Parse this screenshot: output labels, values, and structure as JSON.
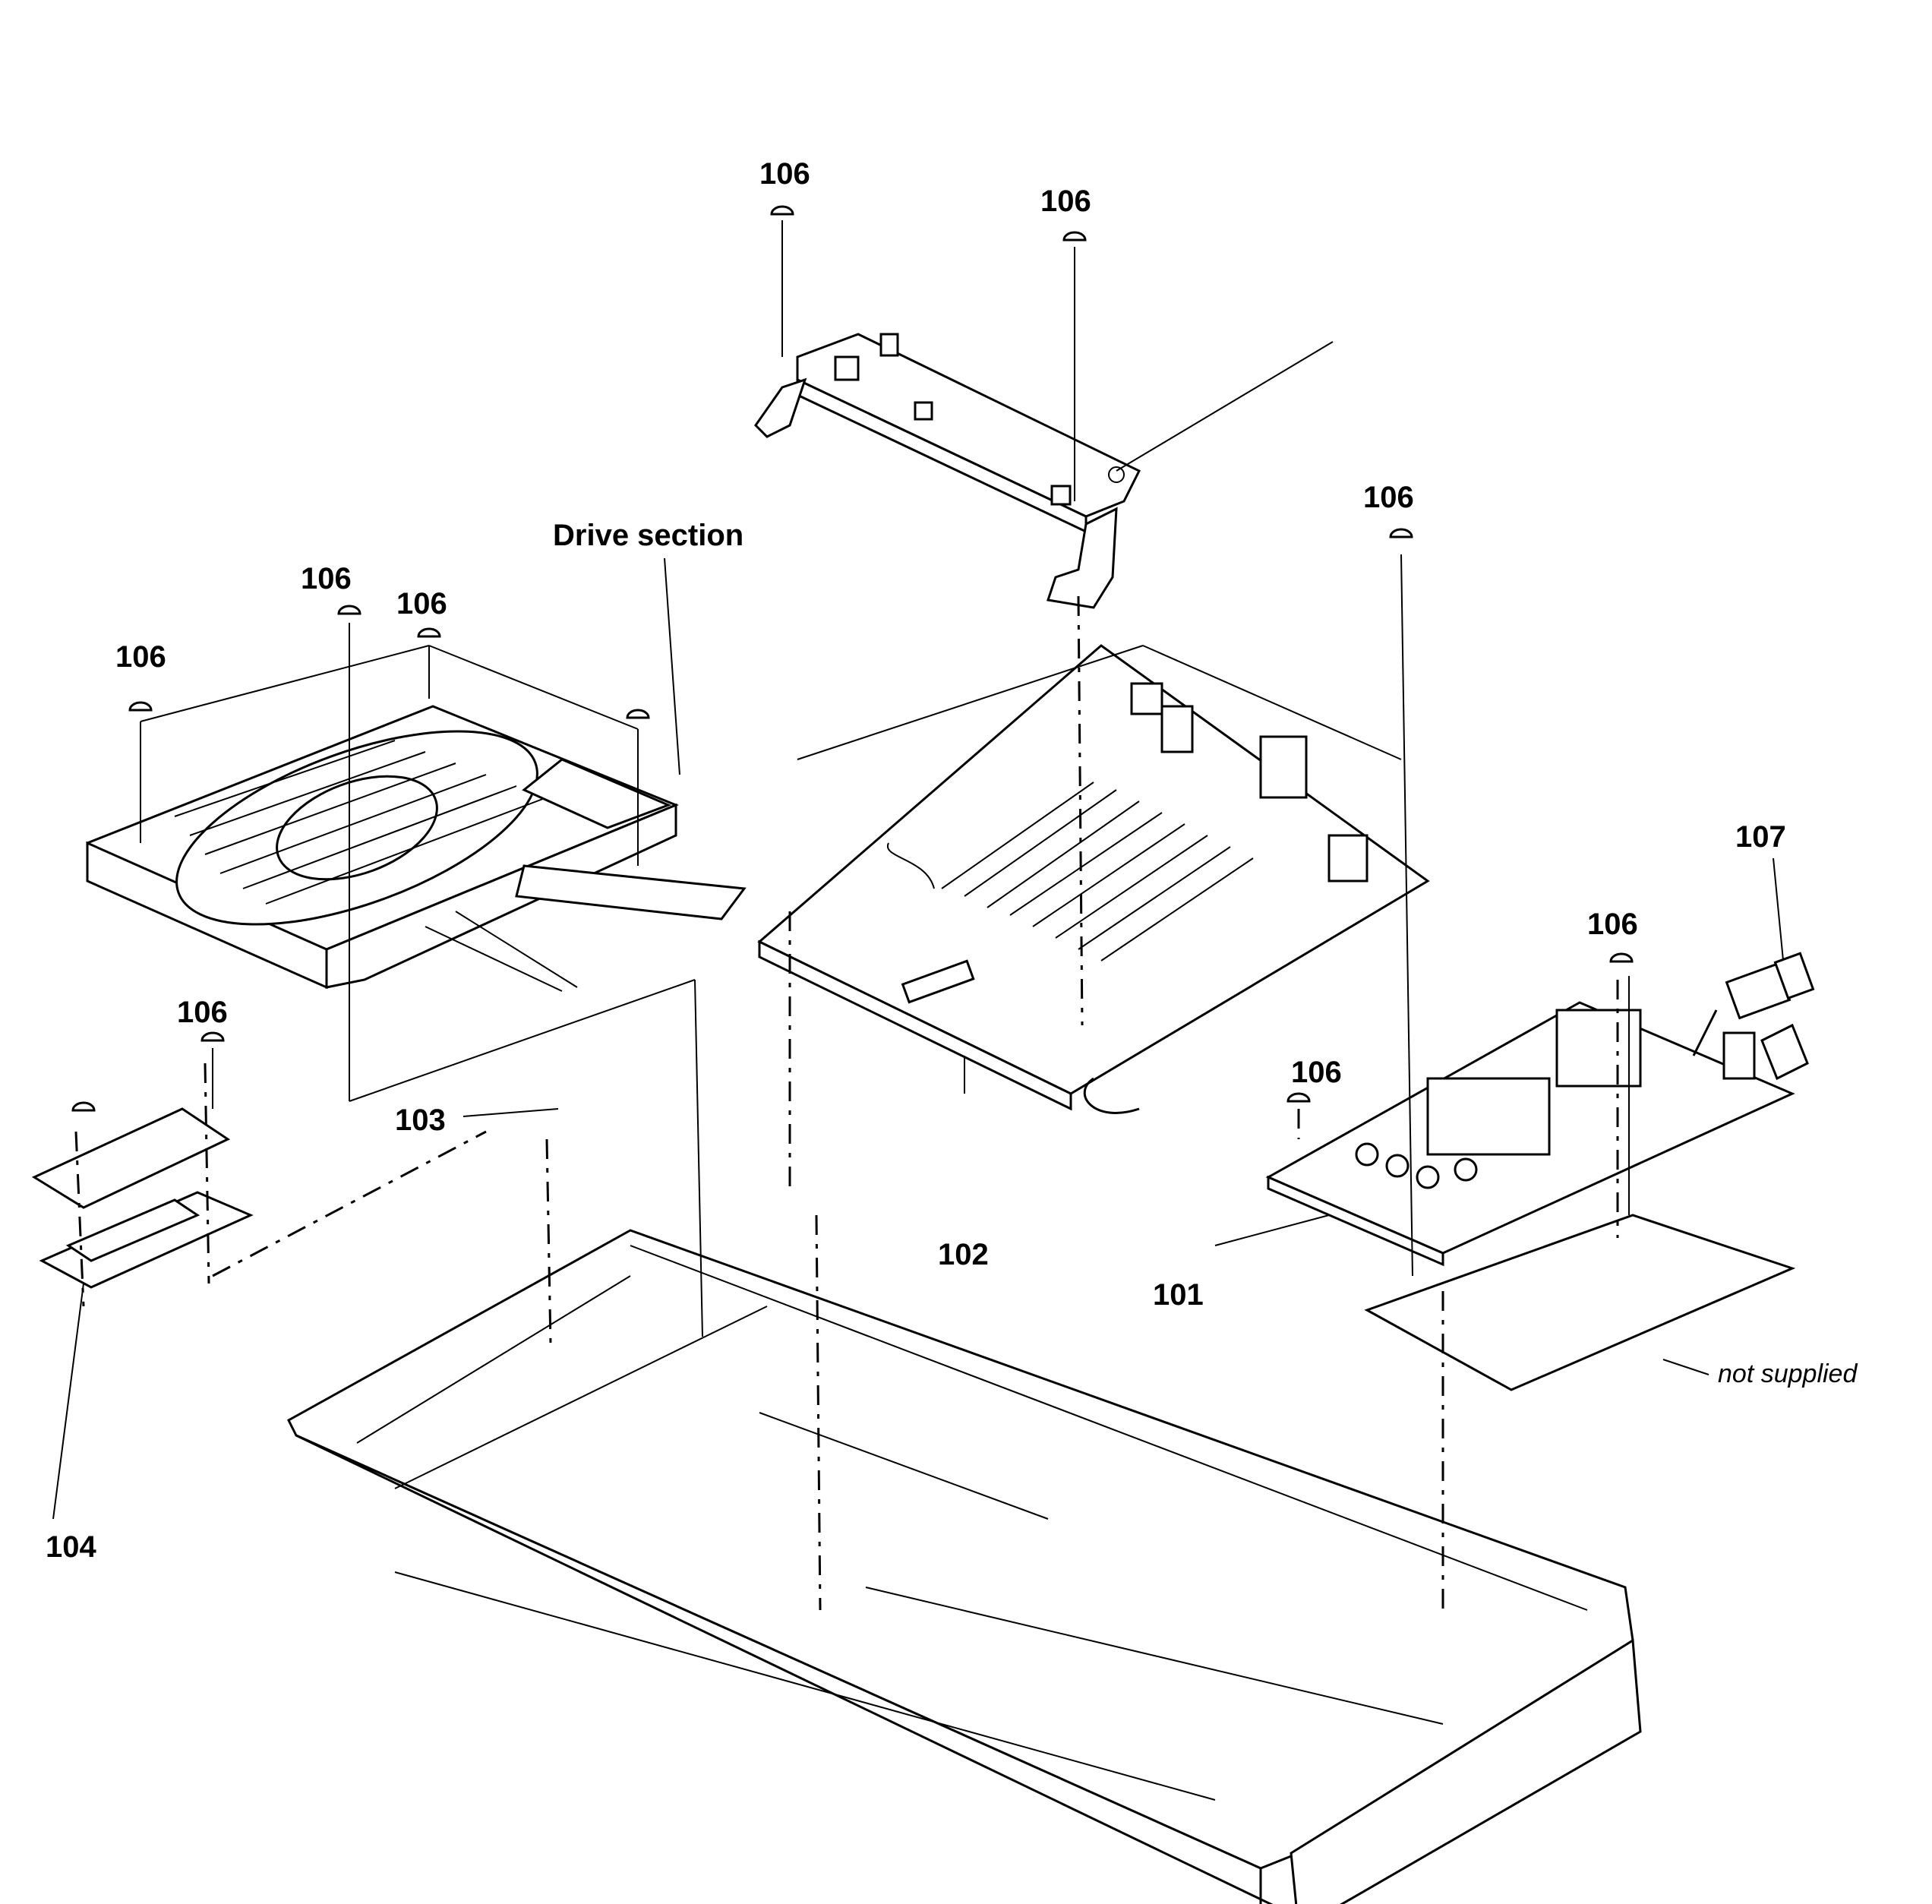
{
  "diagram": {
    "labels": {
      "drive_section": "Drive section",
      "not_supplied": "not supplied",
      "p101": "101",
      "p102": "102",
      "p103": "103",
      "p104": "104",
      "p106": "106",
      "p107": "107"
    }
  }
}
